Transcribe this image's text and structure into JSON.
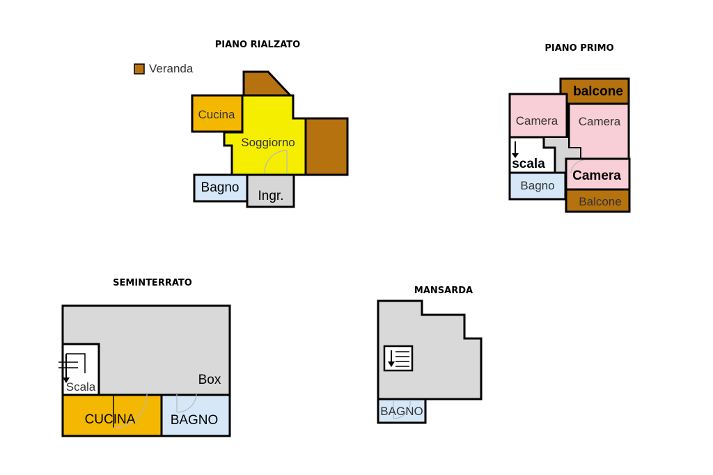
{
  "titles": {
    "piano_rialzato": "PIANO RIALZATO",
    "piano_primo": "PIANO PRIMO",
    "seminterrato": "SEMINTERRATO",
    "mansarda": "MANSARDA"
  },
  "legend": {
    "veranda": "Veranda"
  },
  "piano_rialzato": {
    "cucina": "Cucina",
    "soggiorno": "Soggiorno",
    "bagno": "Bagno",
    "ingresso": "Ingr."
  },
  "piano_primo": {
    "balcone_top": "balcone",
    "camera_1": "Camera",
    "camera_2": "Camera",
    "scala": "scala",
    "camera_3": "Camera",
    "bagno": "Bagno",
    "balcone_bottom": "Balcone"
  },
  "seminterrato": {
    "box": "Box",
    "scala": "Scala",
    "cucina": "CUCINA",
    "bagno": "BAGNO"
  },
  "mansarda": {
    "bagno": "BAGNO"
  },
  "colors": {
    "veranda": "#b5720f",
    "cucina": "#f5b800",
    "soggiorno": "#f5ee00",
    "bagno": "#d6e8f8",
    "ingresso": "#d6d6d6",
    "camera": "#f8cfd6",
    "box": "#d9d9d9"
  }
}
